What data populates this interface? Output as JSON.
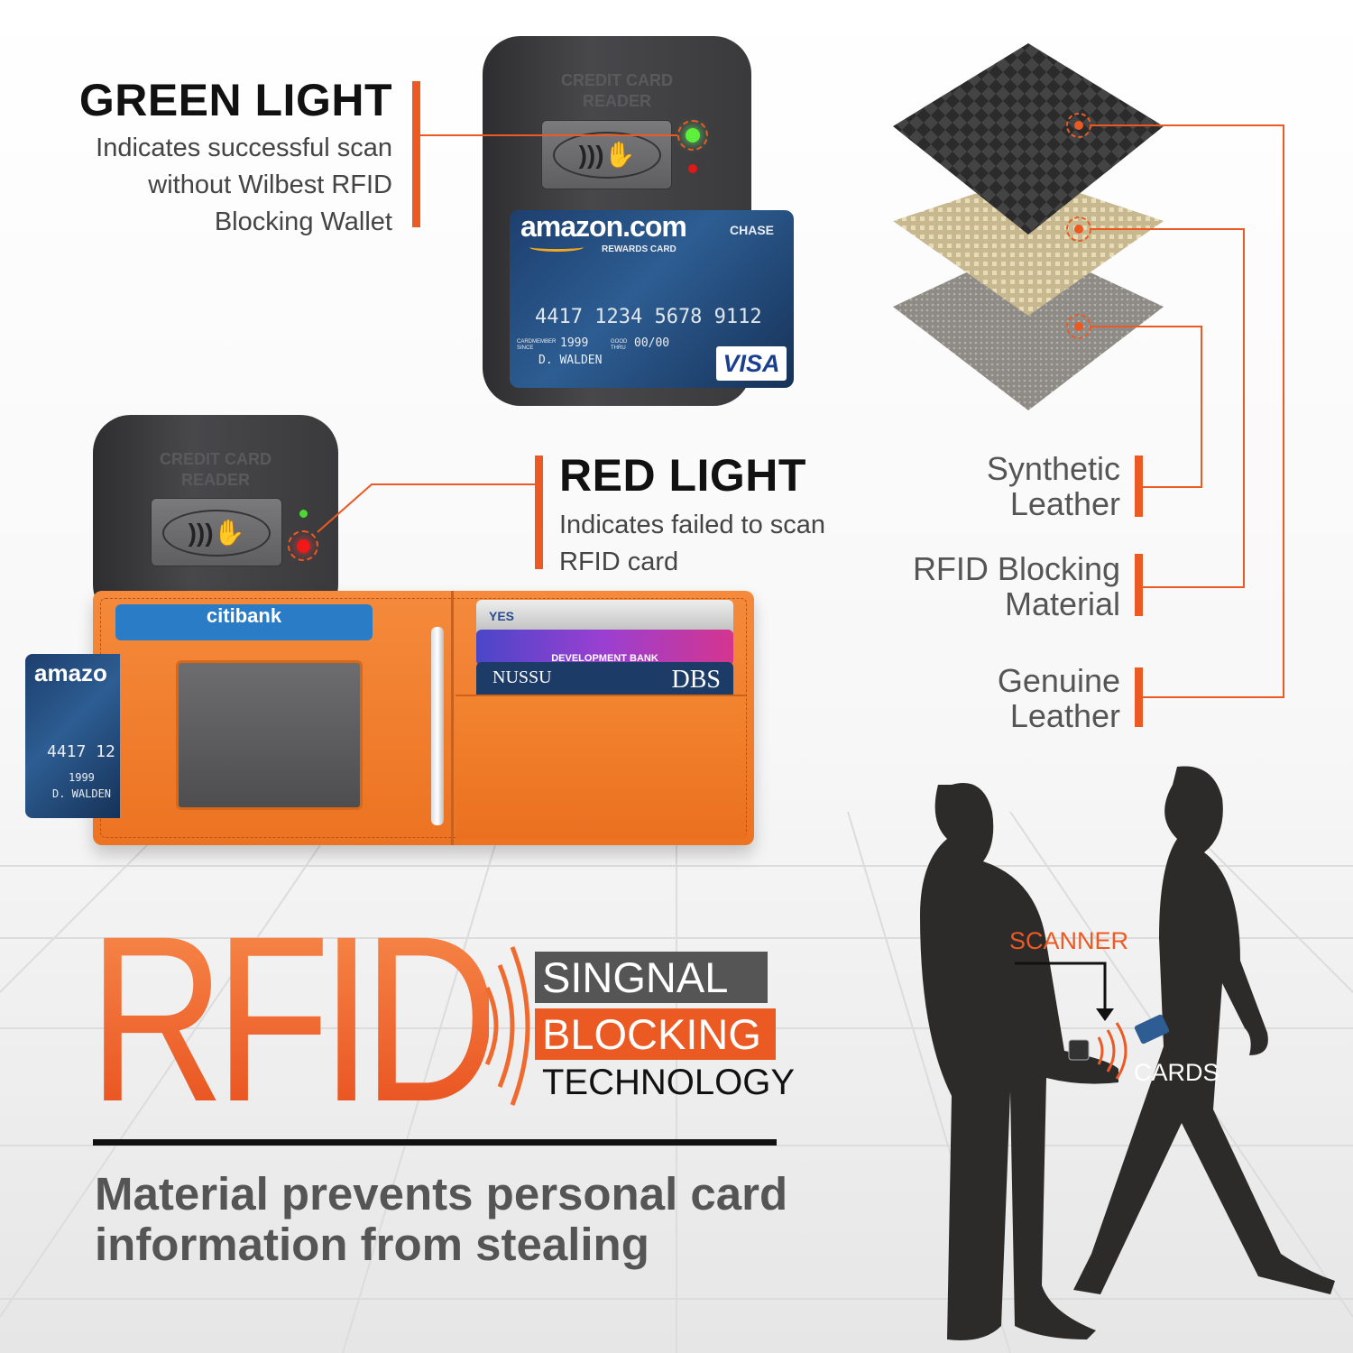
{
  "green_light": {
    "title": "GREEN LIGHT",
    "lines": [
      "Indicates successful scan",
      "without Wilbest RFID",
      "Blocking Wallet"
    ]
  },
  "red_light": {
    "title": "RED LIGHT",
    "lines": [
      "Indicates failed to scan",
      "RFID card"
    ]
  },
  "reader": {
    "label_line1": "CREDIT CARD",
    "label_line2": "READER"
  },
  "card": {
    "brand": "amazon.com",
    "subtitle": "REWARDS CARD",
    "issuer": "CHASE",
    "number": "4417 1234 5678 9112",
    "member_label": "CARDMEMBER SINCE",
    "member_since": "1999",
    "good_thru_label": "GOOD THRU",
    "good_thru": "00/00",
    "holder": "D. WALDEN",
    "network": "VISA"
  },
  "left_card": {
    "brand": "amazo",
    "number": "4417 12",
    "member_since": "1999",
    "holder": "D. WALDEN"
  },
  "wallet_cards": {
    "top": "citibank",
    "yes": "YES",
    "dev": "DEVELOPMENT BANK",
    "nussu": "NUSSU",
    "dbs": "DBS"
  },
  "materials": [
    {
      "label_line1": "Synthetic",
      "label_line2": "Leather"
    },
    {
      "label_line1": "RFID Blocking",
      "label_line2": "Material"
    },
    {
      "label_line1": "Genuine",
      "label_line2": "Leather"
    }
  ],
  "rfid": {
    "big": "RFID",
    "box1": "SINGNAL",
    "box2": "BLOCKING",
    "line3": "TECHNOLOGY"
  },
  "tagline": {
    "line1": "Material prevents personal card",
    "line2": "information from stealing"
  },
  "scene": {
    "scanner": "SCANNER",
    "cards": "CARDS"
  },
  "colors": {
    "accent": "#ec5a24",
    "dark": "#3a3a3c",
    "card_blue": "#1d3f6e",
    "wallet": "#f07a2a"
  }
}
